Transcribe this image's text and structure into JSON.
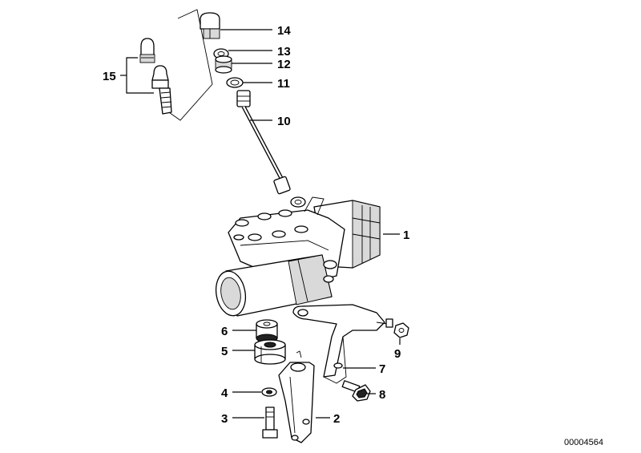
{
  "diagram": {
    "reference_number": "00004564",
    "callouts": [
      {
        "id": "1",
        "label": "1"
      },
      {
        "id": "2",
        "label": "2"
      },
      {
        "id": "3",
        "label": "3"
      },
      {
        "id": "4",
        "label": "4"
      },
      {
        "id": "5",
        "label": "5"
      },
      {
        "id": "6",
        "label": "6"
      },
      {
        "id": "7",
        "label": "7"
      },
      {
        "id": "8",
        "label": "8"
      },
      {
        "id": "9",
        "label": "9"
      },
      {
        "id": "10",
        "label": "10"
      },
      {
        "id": "11",
        "label": "11"
      },
      {
        "id": "12",
        "label": "12"
      },
      {
        "id": "13",
        "label": "13"
      },
      {
        "id": "14",
        "label": "14"
      },
      {
        "id": "15",
        "label": "15"
      }
    ]
  }
}
